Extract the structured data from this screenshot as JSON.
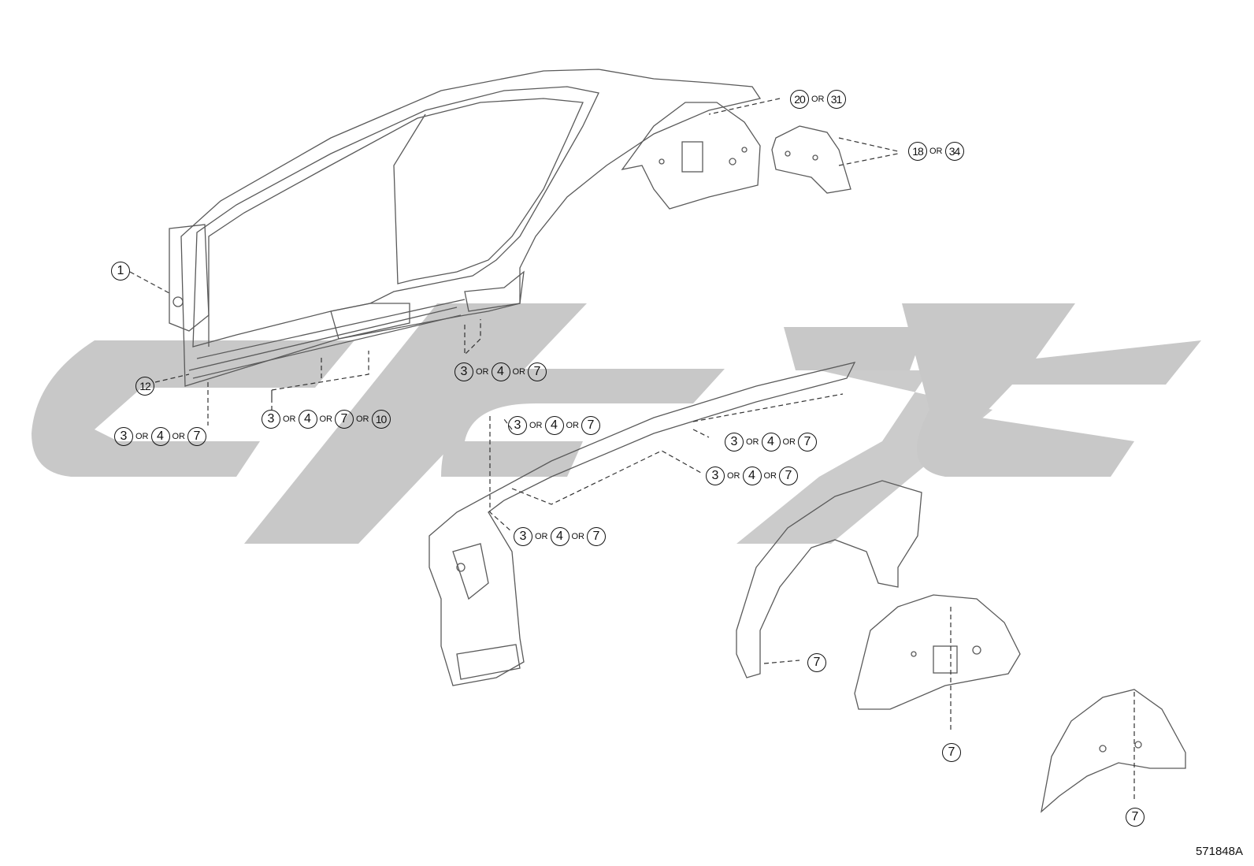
{
  "callouts": [
    {
      "id": "c1",
      "parts": [
        "1"
      ]
    },
    {
      "id": "c2",
      "parts": [
        "12"
      ]
    },
    {
      "id": "c3",
      "parts": [
        "3",
        "OR",
        "4",
        "OR",
        "7"
      ]
    },
    {
      "id": "c4",
      "parts": [
        "3",
        "OR",
        "4",
        "OR",
        "7",
        "OR",
        "10"
      ]
    },
    {
      "id": "c5",
      "parts": [
        "3",
        "OR",
        "4",
        "OR",
        "7"
      ]
    },
    {
      "id": "c6",
      "parts": [
        "20",
        "OR",
        "31"
      ]
    },
    {
      "id": "c7",
      "parts": [
        "18",
        "OR",
        "34"
      ]
    },
    {
      "id": "c8",
      "parts": [
        "3",
        "OR",
        "4",
        "OR",
        "7"
      ]
    },
    {
      "id": "c9",
      "parts": [
        "3",
        "OR",
        "4",
        "OR",
        "7"
      ]
    },
    {
      "id": "c10",
      "parts": [
        "3",
        "OR",
        "4",
        "OR",
        "7"
      ]
    },
    {
      "id": "c11",
      "parts": [
        "3",
        "OR",
        "4",
        "OR",
        "7"
      ]
    },
    {
      "id": "c12",
      "parts": [
        "7"
      ]
    },
    {
      "id": "c13",
      "parts": [
        "7"
      ]
    },
    {
      "id": "c14",
      "parts": [
        "7"
      ]
    }
  ],
  "reference_code": "571848A",
  "colors": {
    "line": "#5a5a5a",
    "watermark": "#c8c8c8",
    "text": "#111111"
  }
}
